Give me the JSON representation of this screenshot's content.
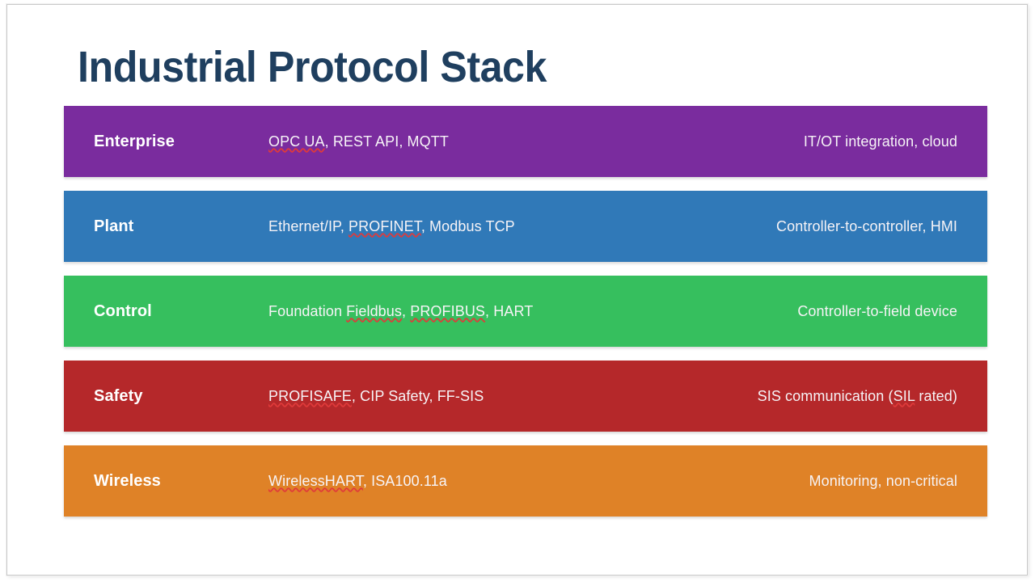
{
  "slide": {
    "title": "Industrial Protocol Stack",
    "title_color": "#1f3f5f",
    "background": "#ffffff"
  },
  "layers": [
    {
      "name": "Enterprise",
      "protocols": "OPC UA, REST API, MQTT",
      "protocols_misspelled": "OPC UA",
      "description": "IT/OT integration, cloud",
      "color": "#7a2c9e"
    },
    {
      "name": "Plant",
      "protocols": "Ethernet/IP, PROFINET, Modbus TCP",
      "protocols_misspelled": "PROFINET",
      "description": "Controller-to-controller, HMI",
      "color": "#3079b8"
    },
    {
      "name": "Control",
      "protocols": "Foundation Fieldbus, PROFIBUS, HART",
      "protocols_misspelled": "Fieldbus, PROFIBUS",
      "description": "Controller-to-field device",
      "color": "#36bf5e"
    },
    {
      "name": "Safety",
      "protocols": "PROFISAFE, CIP Safety, FF-SIS",
      "protocols_misspelled": "PROFISAFE",
      "description": "SIS communication (SIL rated)",
      "color": "#b5282a"
    },
    {
      "name": "Wireless",
      "protocols": "WirelessHART, ISA100.11a",
      "protocols_misspelled": "WirelessHART",
      "description": "Monitoring, non-critical",
      "color": "#df8227"
    }
  ]
}
